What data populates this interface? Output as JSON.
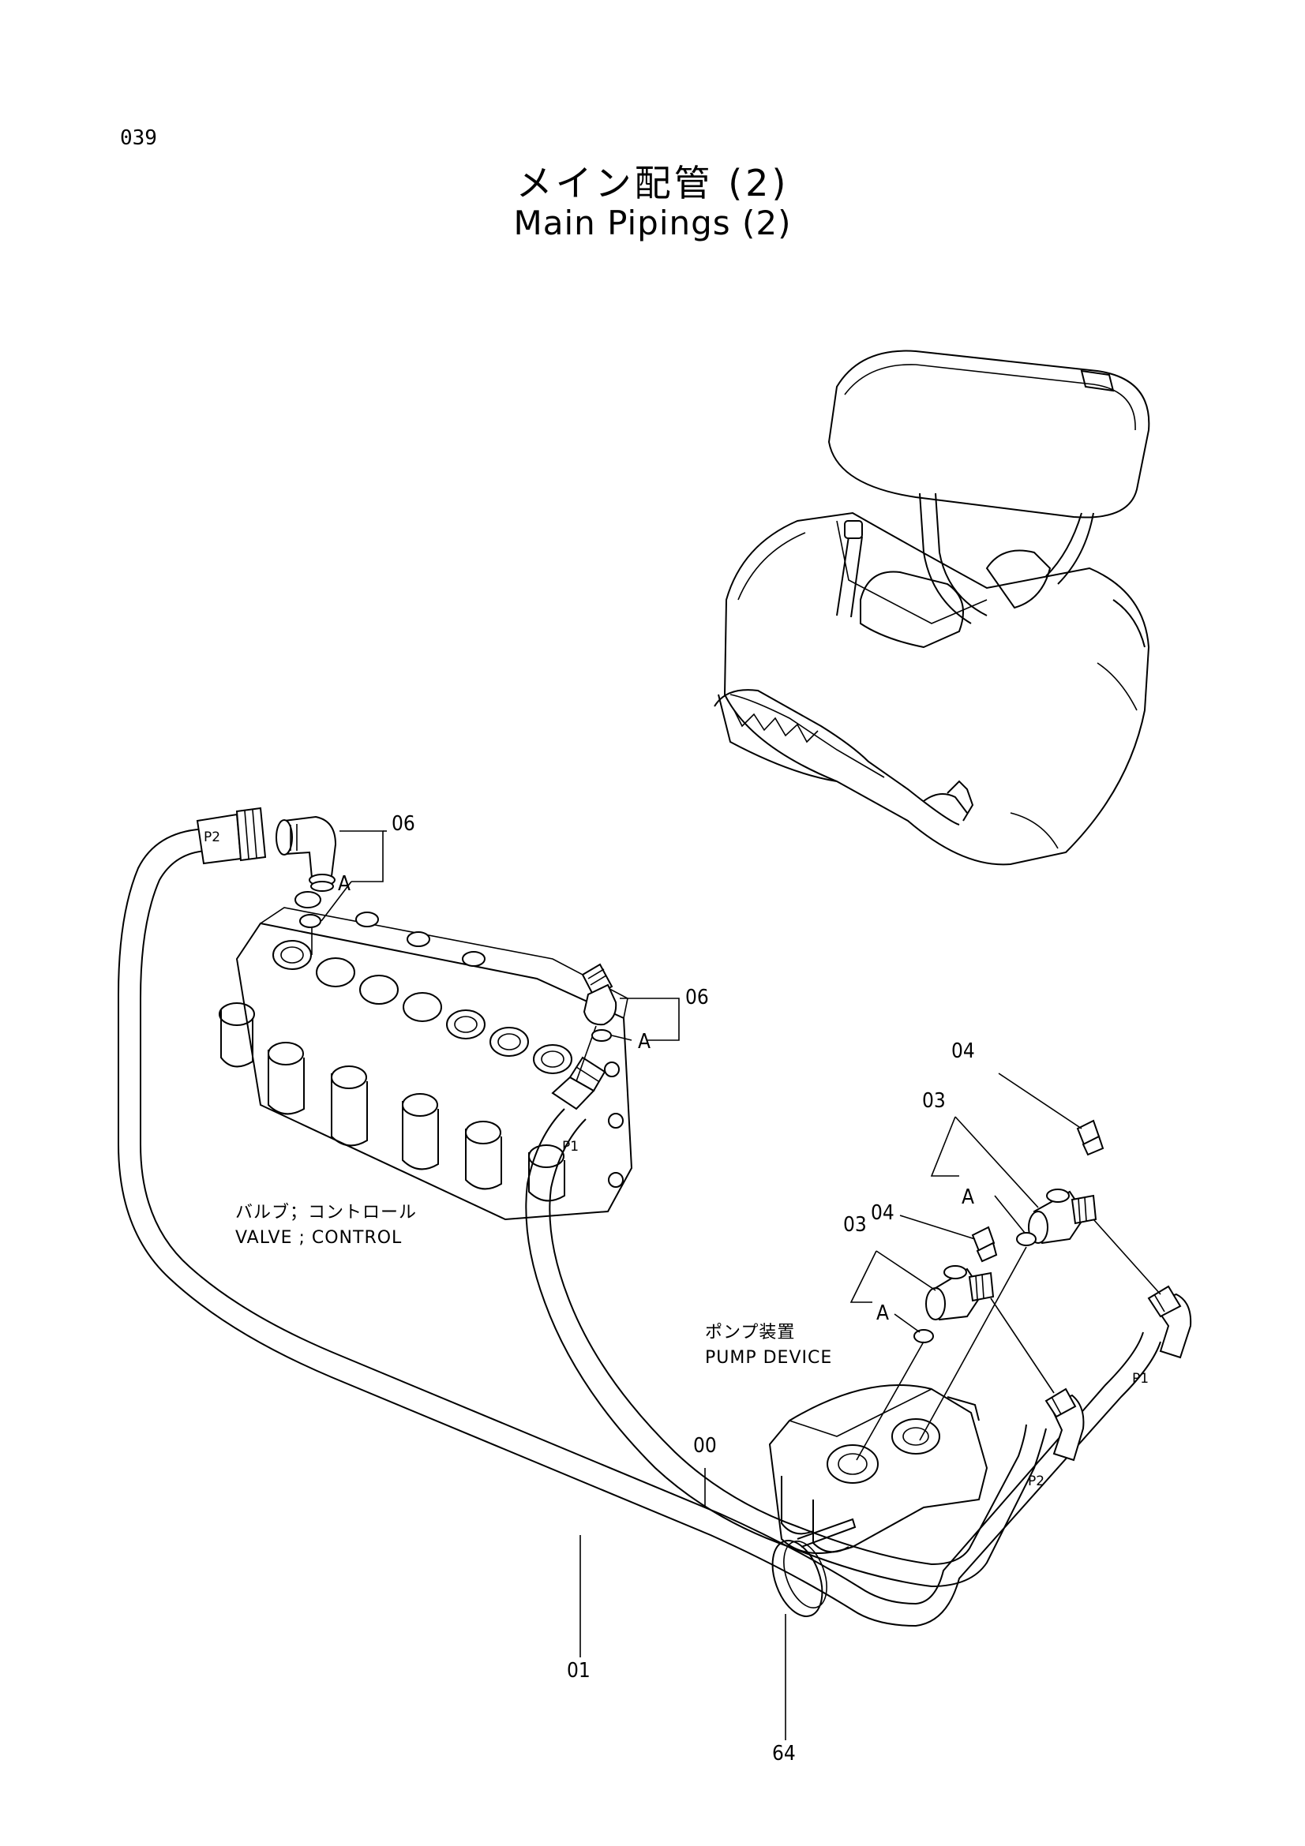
{
  "header": {
    "page_number": "039",
    "title_jp": "メイン配管 (2)",
    "title_en": "Main Pipings (2)"
  },
  "callouts": {
    "c06_top": "06",
    "c06_mid": "06",
    "a_top": "A",
    "a_mid": "A",
    "a_right_upper": "A",
    "a_right_lower": "A",
    "c04_upper": "04",
    "c03_upper": "03",
    "c04_lower": "04",
    "c03_lower": "03",
    "c00": "00",
    "c01": "01",
    "c64": "64"
  },
  "port_labels": {
    "p2_left": "P2",
    "p1_valve": "P1",
    "p1_right": "P1",
    "p2_right": "P2"
  },
  "captions": {
    "valve_jp": "バルブ；コントロール",
    "valve_en": "VALVE ; CONTROL",
    "pump_jp": "ポンプ装置",
    "pump_en": "PUMP   DEVICE"
  }
}
